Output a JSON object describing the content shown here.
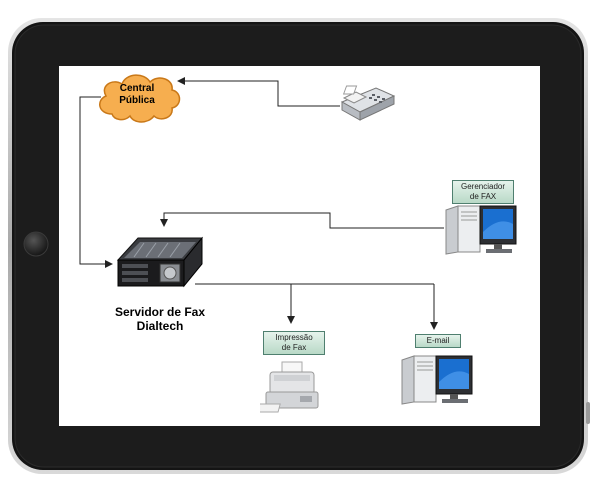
{
  "diagram": {
    "cloud": {
      "line1": "Central",
      "line2": "Pública"
    },
    "server": {
      "line1": "Servidor de Fax",
      "line2": "Dialtech"
    },
    "fax_manager": {
      "line1": "Gerenciador",
      "line2": "de FAX"
    },
    "fax_print": {
      "line1": "Impressão",
      "line2": "de Fax"
    },
    "email": {
      "line1": "E-mail"
    }
  },
  "colors": {
    "tablet_frame": "#111111",
    "tablet_bezel": "#c8c8c8",
    "cloud_fill": "#f6ae4f",
    "cloud_stroke": "#c97818",
    "arrow": "#222222",
    "monitor_blue": "#1a6fd0",
    "label_bg": "#cfe8da"
  },
  "icons": [
    "cloud-icon",
    "fax-machine-icon",
    "server-rack-icon",
    "desktop-computer-icon",
    "laser-printer-icon"
  ]
}
